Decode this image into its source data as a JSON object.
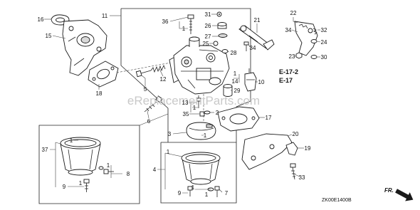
{
  "diagram": {
    "callouts": [
      "16",
      "15",
      "18",
      "11",
      "36",
      "1",
      "31",
      "26",
      "27",
      "25",
      "28",
      "21",
      "34",
      "22",
      "34",
      "32",
      "24",
      "23",
      "30",
      "12",
      "5",
      "6",
      "1",
      "14",
      "10",
      "29",
      "13",
      "1",
      "35",
      "2",
      "17",
      "3",
      "1",
      "20",
      "19",
      "4",
      "1",
      "1",
      "37",
      "1",
      "8",
      "9",
      "1",
      "9",
      "1",
      "1",
      "7",
      "33"
    ],
    "reference_codes": {
      "primary": "E-17-2",
      "secondary": "E-17"
    },
    "drawing_code": "ZK00E1400B",
    "front_direction_label": "FR.",
    "watermark": "eReplacementParts.com"
  }
}
